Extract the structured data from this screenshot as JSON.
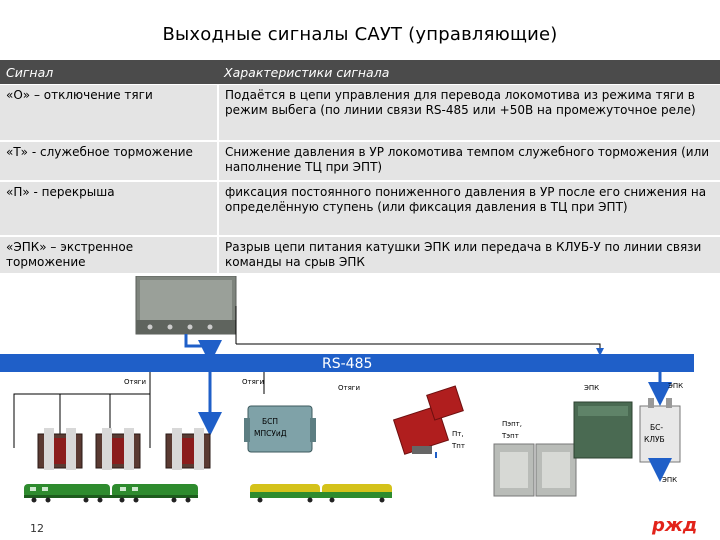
{
  "slide": {
    "title": "Выходные сигналы САУТ  (управляющие)",
    "page_number": "12"
  },
  "table": {
    "headers": [
      "Сигнал",
      "Характеристики сигнала"
    ],
    "rows": [
      {
        "signal": "«О» – отключение тяги",
        "description": "Подаётся в цепи управления для перевода локомотива из режима тяги в режим  выбега (по линии связи RS-485 или +50В на промежуточное реле)"
      },
      {
        "signal": "«Т» - служебное торможение",
        "description": "Снижение давления в УР локомотива темпом служебного торможения (или наполнение ТЦ при ЭПТ)"
      },
      {
        "signal": "«П» - перекрыша",
        "description": "фиксация постоянного пониженного давления в УР после его снижения на определённую ступень (или фиксация давления в ТЦ при ЭПТ)"
      },
      {
        "signal": "«ЭПК» – экстренное торможение",
        "description": "Разрыв цепи питания катушки ЭПК или передача в КЛУБ-У по линии связи команды на срыв ЭПК"
      }
    ]
  },
  "diagram": {
    "bus_label": "RS-485",
    "labels": {
      "otyagi_1": "Отяги",
      "otyagi_2": "Отяги",
      "otyagi_3": "Отяги",
      "bsp_1": "БСП",
      "bsp_2": "МПСУиД",
      "ptg_1": "Пт,",
      "ptg_2": "Тпт",
      "pept_1": "Пэпт,",
      "pept_2": "Тэпт",
      "epk_1": "ЭПК",
      "epk_2": "ЭПК",
      "epk_3": "ЭПК",
      "bs_klub_1": "БС-",
      "bs_klub_2": "КЛУБ"
    },
    "colors": {
      "bus": "#1f5fc8",
      "arrow": "#1f5fc8",
      "train_green": "#2e8b2e",
      "train_yellow": "#d4c21a",
      "relay_red": "#b01e1e",
      "box_gray": "#8a9088",
      "box_green": "#4a6a52",
      "logo_red": "#e2231a"
    }
  },
  "brand": {
    "logo_icon": "rzd-logo-icon"
  }
}
